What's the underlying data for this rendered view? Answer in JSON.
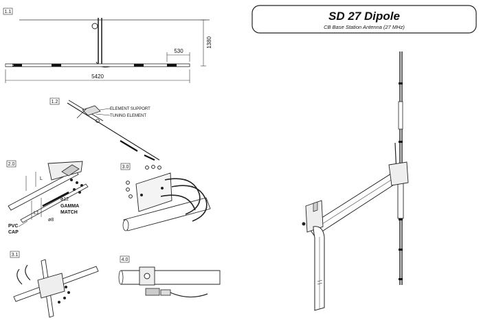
{
  "title_box": {
    "title": "SD 27 Dipole",
    "subtitle": "CB   Base  Station  Antenna  (27 MHz)"
  },
  "figures": {
    "f11": {
      "tag": "1.1",
      "dim_height": "1380",
      "dim_tip": "530",
      "dim_width": "5420"
    },
    "f12": {
      "tag": "1.2",
      "label_support": "ELEMENT SUPPORT",
      "label_tuning": "TUNING ELEMENT"
    },
    "f20": {
      "tag": "2.0",
      "label_dia12": "ø12",
      "label_gamma1": "GAMMA",
      "label_gamma2": "MATCH",
      "label_dia8": "ø8",
      "label_pvc1": "PVC",
      "label_pvc2": "CAP",
      "label_l": "L",
      "label_l1": "L1"
    },
    "f30": {
      "tag": "3.0"
    },
    "f31": {
      "tag": "3.1"
    },
    "f40": {
      "tag": "4.0"
    }
  }
}
